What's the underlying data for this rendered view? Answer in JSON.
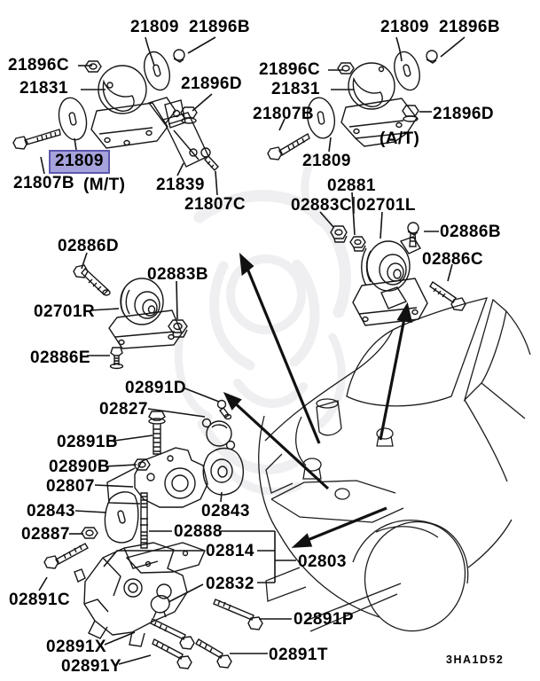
{
  "diagram": {
    "code": "3HA1D52",
    "highlight_fill": "#a6a2db",
    "highlight_border": "#5c58ad",
    "line_color": "#151515"
  },
  "labels": {
    "mt_21809_top": "21809",
    "mt_21896b": "21896B",
    "mt_21896c": "21896C",
    "mt_21831": "21831",
    "mt_21896d": "21896D",
    "mt_21809_highlight": "21809",
    "mt_21807b": "21807B",
    "mt_note": "(M/T)",
    "mt_21839": "21839",
    "mt_21807c": "21807C",
    "at_21809_top": "21809",
    "at_21896b": "21896B",
    "at_21896c": "21896C",
    "at_21831": "21831",
    "at_21807b": "21807B",
    "at_21896d": "21896D",
    "at_note": "(A/T)",
    "at_21809_bottom": "21809",
    "r_02881": "02881",
    "r_02883c": "02883C",
    "r_02701l": "02701L",
    "r_02886b": "02886B",
    "r_02886c": "02886C",
    "l_02886d": "02886D",
    "l_02883b": "02883B",
    "l_02701r": "02701R",
    "l_02886e": "02886E",
    "c_02891d": "02891D",
    "c_02827": "02827",
    "c_02891b": "02891B",
    "c_02890b": "02890B",
    "c_02807": "02807",
    "c_02843_left": "02843",
    "c_02843_right": "02843",
    "c_02887": "02887",
    "c_02888": "02888",
    "c_02814": "02814",
    "c_02803": "02803",
    "c_02832": "02832",
    "c_02891c": "02891C",
    "c_02891p": "02891P",
    "c_02891x": "02891X",
    "c_02891t": "02891T",
    "c_02891y": "02891Y"
  }
}
